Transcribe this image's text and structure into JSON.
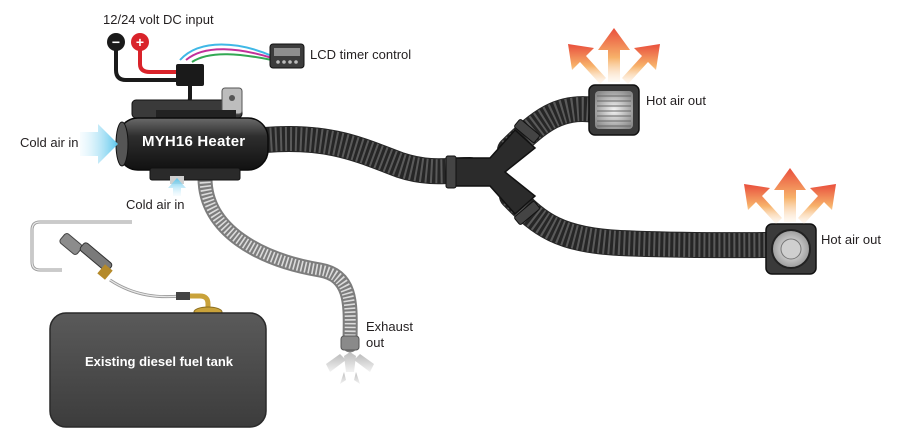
{
  "labels": {
    "dc_input": "12/24 volt DC input",
    "timer": "LCD timer control",
    "cold_air_left": "Cold air in",
    "cold_air_bottom": "Cold air in",
    "hot_air_1": "Hot air out",
    "hot_air_2": "Hot air out",
    "exhaust": "Exhaust out",
    "heater": "MYH16 Heater",
    "tank": "Existing diesel fuel tank"
  },
  "terminals": {
    "negative": "−",
    "positive": "+"
  },
  "colors": {
    "duct": "#262626",
    "duct_ridge": "#5a5a5a",
    "heater_body": "#2b2b2b",
    "tank": "#4b4b4b",
    "negative_terminal": "#1a1a1a",
    "positive_terminal": "#d9232a",
    "cold_air": "#5bc6ec",
    "hot_air": "#e94e3c",
    "hot_air_glow": "#f7b26a",
    "exhaust_smoke": "#d9d9d9",
    "wire_cyan": "#3fb8e6",
    "wire_magenta": "#c2309a",
    "wire_green": "#33a853",
    "wire_black": "#1a1a1a",
    "wire_red": "#d9232a"
  },
  "icons": [
    "negative-terminal-icon",
    "positive-terminal-icon",
    "lcd-timer-icon",
    "cold-air-arrow-icon",
    "hot-air-arrows-icon",
    "exhaust-smoke-icon",
    "fuel-pump-icon"
  ]
}
